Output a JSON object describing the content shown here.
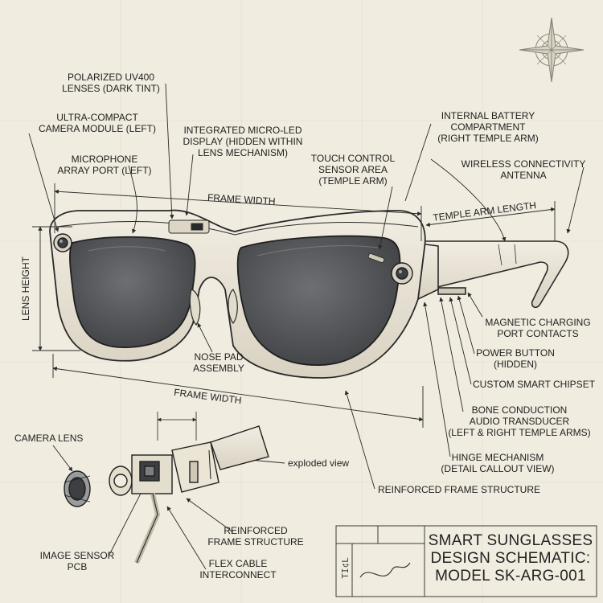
{
  "labels": {
    "polarized_lenses": "POLARIZED UV400\nLENSES (DARK TINT)",
    "camera_module": "ULTRA-COMPACT\nCAMERA MODULE (LEFT)",
    "microphone_port": "MICROPHONE\nARRAY PORT (LEFT)",
    "micro_led_display": "INTEGRATED MICRO-LED\nDISPLAY (HIDDEN WITHIN\nLENS MECHANISM)",
    "touch_control": "TOUCH CONTROL\nSENSOR AREA\n(TEMPLE ARM)",
    "battery": "INTERNAL BATTERY\nCOMPARTMENT\n(RIGHT TEMPLE ARM)",
    "antenna": "WIRELESS CONNECTIVITY\nANTENNA",
    "charging_contacts": "MAGNETIC CHARGING\nPORT CONTACTS",
    "power_button": "POWER BUTTON\n(HIDDEN)",
    "chipset": "CUSTOM SMART CHIPSET",
    "bone_conduction": "BONE CONDUCTION\nAUDIO TRANSDUCER\n(LEFT & RIGHT TEMPLE ARMS)",
    "hinge": "HINGE MECHANISM\n(DETAIL CALLOUT VIEW)",
    "reinforced_frame_right": "REINFORCED FRAME STRUCTURE",
    "nose_pad": "NOSE PAD\nASSEMBLY",
    "camera_lens": "CAMERA LENS",
    "exploded_view": "exploded view",
    "reinforced_frame_detail": "REINFORCED\nFRAME STRUCTURE",
    "image_sensor": "IMAGE SENSOR\nPCB",
    "flex_cable": "FLEX CABLE\nINTERCONNECT"
  },
  "dimensions": {
    "frame_width_top": "FRAME WIDTH",
    "frame_width_bottom": "FRAME WIDTH",
    "temple_arm_length": "TEMPLE ARM LENGTH",
    "lens_height": "LENS HEIGHT"
  },
  "title_block": {
    "line1": "SMART SUNGLASSES",
    "line2": "DESIGN SCHEMATIC:",
    "line3": "MODEL SK-ARG-001",
    "mark": "TI¢L"
  },
  "colors": {
    "paper": "#f1ece0",
    "ink": "#2a2a2a",
    "lens": "#55575a",
    "frame": "#e9e3d4"
  },
  "icons": {
    "compass": "compass-rose-icon"
  }
}
